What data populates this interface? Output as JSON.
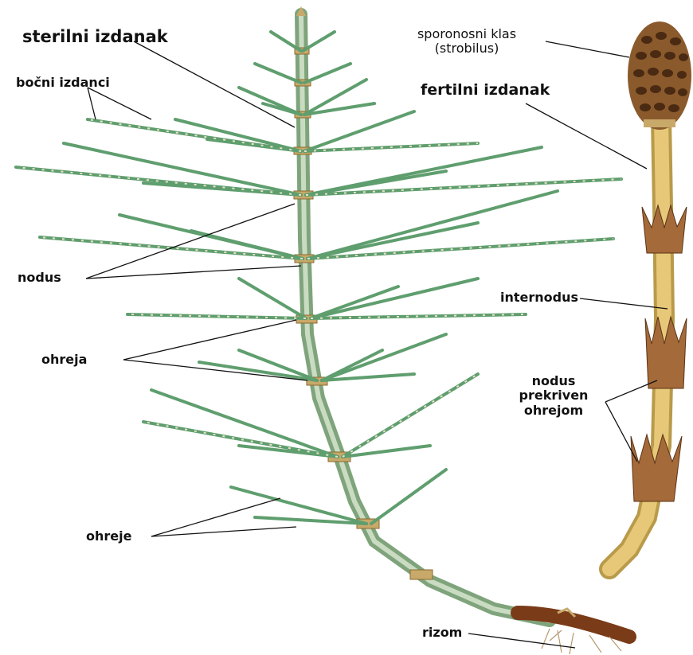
{
  "labels": {
    "sterilni_izdanak": "sterilni izdanak",
    "bocni_izdanci": "bočni izdanci",
    "nodus": "nodus",
    "ohreja": "ohreja",
    "ohreje": "ohreje",
    "rizom": "rizom",
    "sporonosni_klas": "sporonosni klas",
    "strobilus": "(strobilus)",
    "fertilni_izdanak": "fertilni izdanak",
    "internodus": "internodus",
    "nodus_prekriven_1": "nodus",
    "nodus_prekriven_2": "prekriven",
    "nodus_prekriven_3": "ohrejom"
  },
  "colors": {
    "stem_green": "#9dbf9a",
    "branch_green": "#5f9e6e",
    "node_tan": "#c8a96a",
    "fertile_stem": "#e6c878",
    "strobilus_brown": "#6b4220",
    "rhizome": "#7a3b18"
  }
}
